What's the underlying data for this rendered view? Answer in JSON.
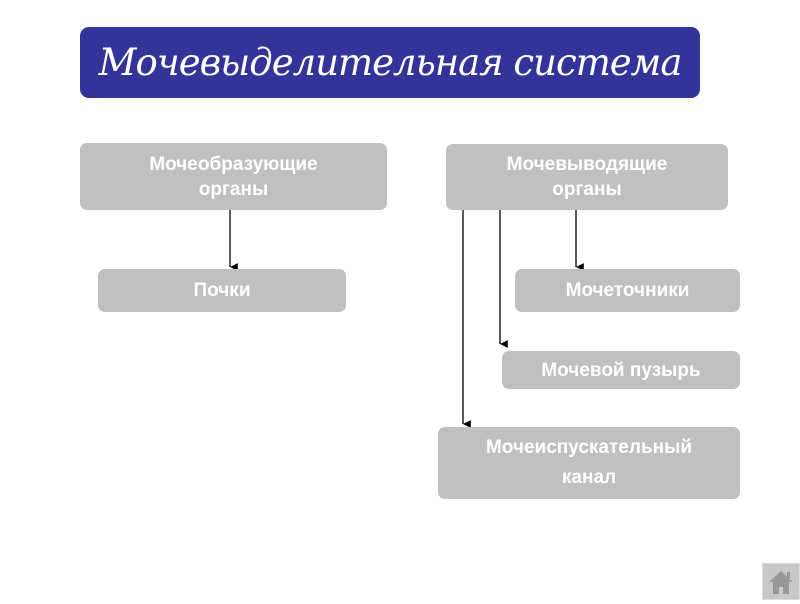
{
  "title": "Мочевыделительная система",
  "nodes": {
    "urine_forming": "Мочеобразующие органы",
    "kidneys": "Почки",
    "urine_excreting": "Мочевыводящие органы",
    "ureters": "Мочеточники",
    "bladder": "Мочевой пузырь",
    "urethra": "Мочеиспускательный канал"
  },
  "colors": {
    "title_bg": "#333399",
    "box_bg": "#c0c0c0"
  },
  "nav": {
    "home_icon": "home-icon"
  }
}
